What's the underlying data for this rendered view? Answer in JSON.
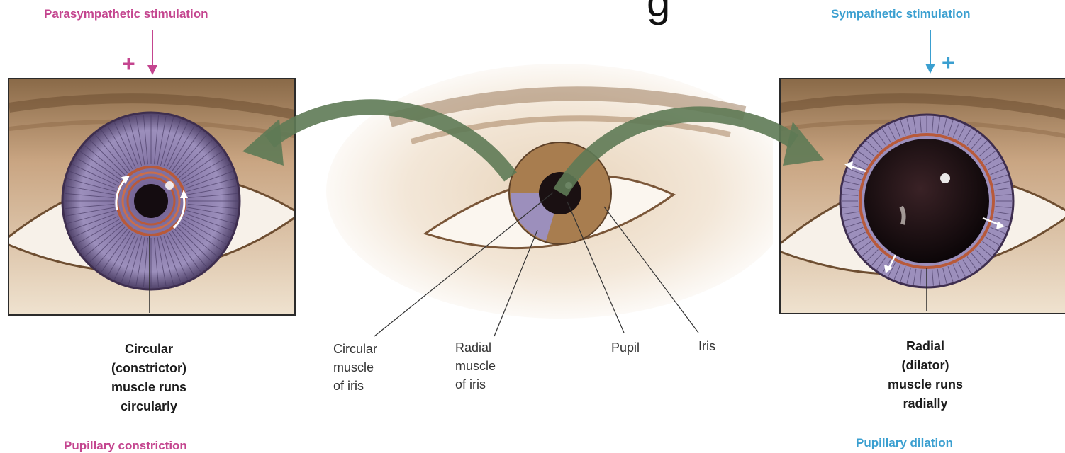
{
  "header": {
    "clipped_title": "g"
  },
  "left": {
    "stimulation": "Parasympathetic stimulation",
    "plus": "+",
    "muscle_caption": [
      "Circular",
      "(constrictor)",
      "muscle runs",
      "circularly"
    ],
    "result": "Pupillary constriction"
  },
  "right": {
    "stimulation": "Sympathetic stimulation",
    "plus": "+",
    "muscle_caption": [
      "Radial",
      "(dilator)",
      "muscle runs",
      "radially"
    ],
    "result": "Pupillary dilation"
  },
  "center_labels": {
    "circular": [
      "Circular",
      "muscle",
      "of iris"
    ],
    "radial": [
      "Radial",
      "muscle",
      "of iris"
    ],
    "pupil": "Pupil",
    "iris": "Iris"
  },
  "colors": {
    "parasympathetic": "#c4458f",
    "sympathetic": "#3a9fd0",
    "arrow": "#5e7a55",
    "iris": "#8a7aa8",
    "circular_muscle": "#b85a3a"
  }
}
